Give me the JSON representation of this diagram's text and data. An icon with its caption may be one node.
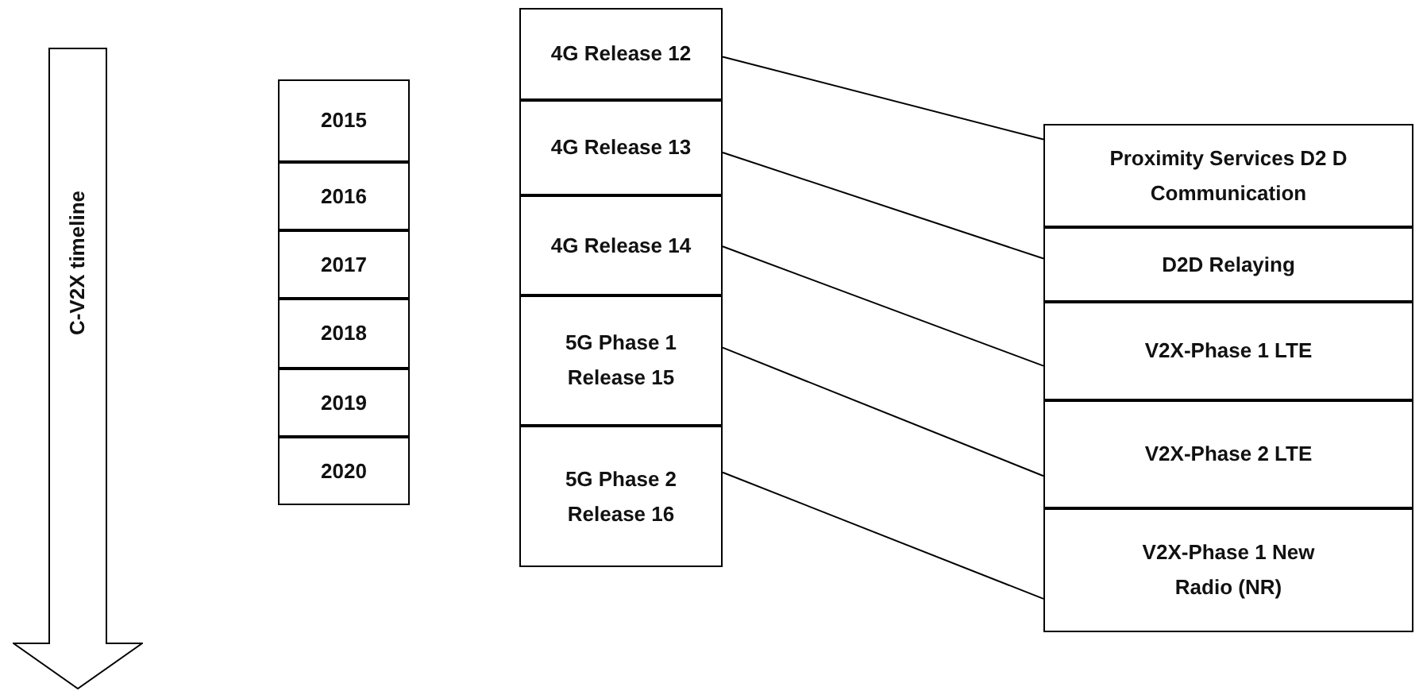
{
  "diagram": {
    "nodes": [
      {
        "text": [
          "C-V2X timeline"
        ]
      },
      {
        "text": [
          "2015"
        ]
      },
      {
        "text": [
          "2016"
        ]
      },
      {
        "text": [
          "2017"
        ]
      },
      {
        "text": [
          "2018"
        ]
      },
      {
        "text": [
          "2019"
        ]
      },
      {
        "text": [
          "2020"
        ]
      },
      {
        "text": [
          "4G Release 12"
        ]
      },
      {
        "text": [
          "4G Release 13"
        ]
      },
      {
        "text": [
          "4G Release 14"
        ]
      },
      {
        "text": [
          "5G Phase 1 Release 15"
        ]
      },
      {
        "text": [
          "5G Phase 2 Release 16"
        ]
      },
      {
        "text": [
          "Proximity Services D2 D Communication"
        ]
      },
      {
        "text": [
          "D2D Relaying"
        ]
      },
      {
        "text": [
          "V2X-Phase 1 LTE"
        ]
      },
      {
        "text": [
          "V2X-Phase 2 LTE"
        ]
      },
      {
        "text": [
          "V2X-Phase 1 New Radio (NR)"
        ]
      }
    ],
    "edges": [
      {
        "from": 7,
        "to": 12,
        "arrow": "none"
      },
      {
        "from": 8,
        "to": 13,
        "arrow": "none"
      },
      {
        "from": 9,
        "to": 14,
        "arrow": "none"
      },
      {
        "from": 10,
        "to": 15,
        "arrow": "none"
      },
      {
        "from": 11,
        "to": 16,
        "arrow": "none"
      }
    ]
  }
}
